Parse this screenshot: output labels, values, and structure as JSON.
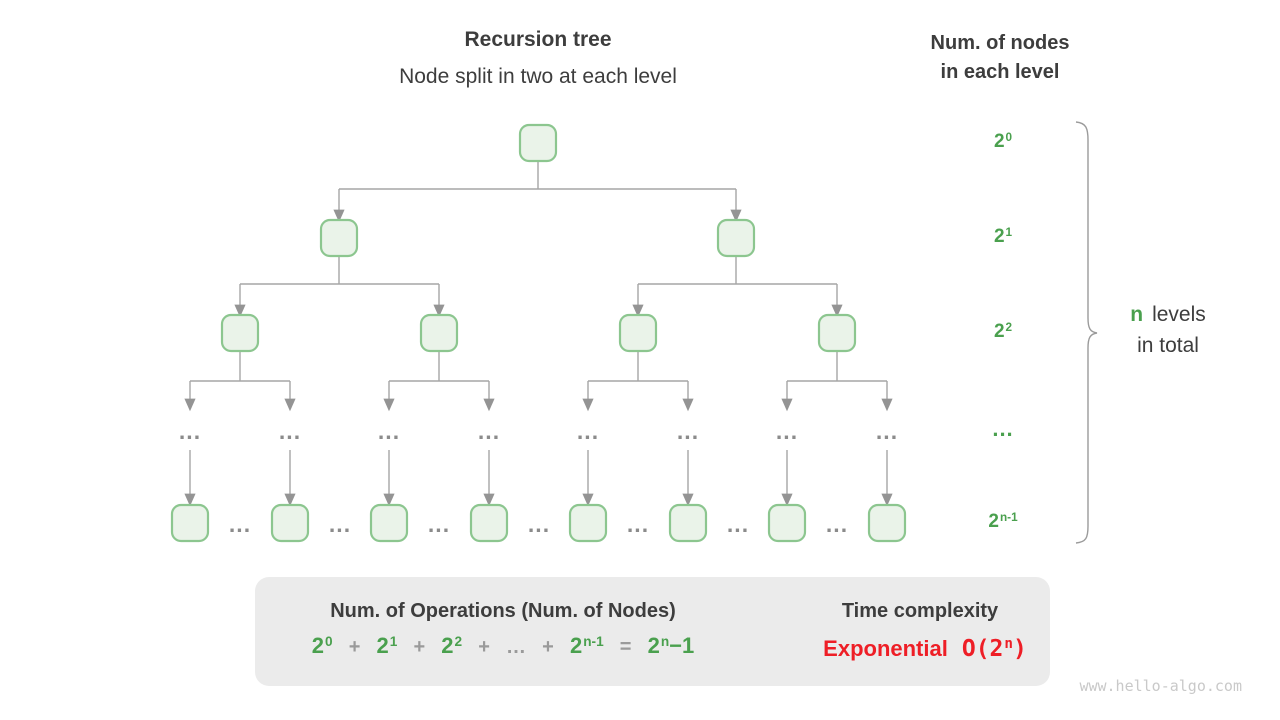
{
  "header": {
    "title": "Recursion tree",
    "subtitle": "Node split in two at each level"
  },
  "right_header": {
    "line1": "Num. of nodes",
    "line2": "in each level"
  },
  "level_labels": [
    {
      "base": "2",
      "sup": "0"
    },
    {
      "base": "2",
      "sup": "1"
    },
    {
      "base": "2",
      "sup": "2"
    },
    {
      "dots": "..."
    },
    {
      "base": "2",
      "sup": "n-1"
    }
  ],
  "brace_note": {
    "n": "n",
    "rest": "levels",
    "line2": "in total"
  },
  "tree": {
    "ellipsis": "..."
  },
  "summary_box": {
    "operations_title": "Num. of Operations (Num. of Nodes)",
    "formula": [
      {
        "base": "2",
        "sup": "0"
      },
      {
        "op": "+"
      },
      {
        "base": "2",
        "sup": "1"
      },
      {
        "op": "+"
      },
      {
        "base": "2",
        "sup": "2"
      },
      {
        "op": "+"
      },
      {
        "op": "…"
      },
      {
        "op": "+"
      },
      {
        "base": "2",
        "sup": "n-1"
      },
      {
        "op": "="
      },
      {
        "base": "2",
        "sup": "n",
        "tail": "−1"
      }
    ],
    "time_title": "Time complexity",
    "complexity_word": "Exponential",
    "complexity_big_o": {
      "head": "O(2",
      "sup": "n",
      "tail": ")"
    }
  },
  "watermark": "www.hello-algo.com",
  "colors": {
    "green_text": "#4aa04e",
    "node_border": "#8cc68f",
    "node_fill": "#eaf3e9",
    "connector_gray": "#a6a6a6",
    "arrowhead_gray": "#949494",
    "ellipsis_gray": "#8b8b8b",
    "box_background": "#ebebeb",
    "box_arrow_gray": "#bcbcbc",
    "red_text": "#ee1e26",
    "dark_text": "#3d3d3d",
    "watermark_gray": "#c9c9c9"
  }
}
